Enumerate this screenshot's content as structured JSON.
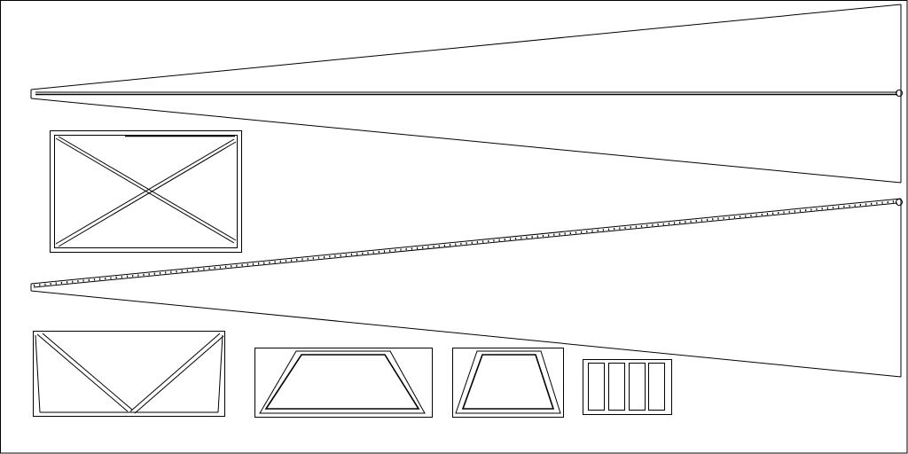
{
  "drawing": {
    "background": "#ffffff",
    "line_color": "#000000",
    "parts": [
      "border",
      "long-chord-top",
      "long-chord-bottom",
      "cross-braced-panel",
      "v-braced-panel",
      "trapezoid-frame-wide",
      "trapezoid-frame-narrow",
      "four-slot-panel"
    ],
    "labels": []
  }
}
